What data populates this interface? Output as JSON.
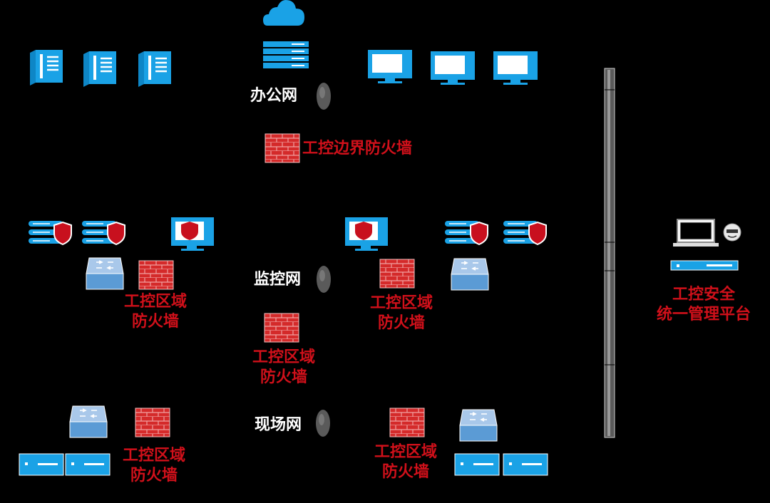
{
  "labels": {
    "office_net": "办公网",
    "monitor_net": "监控网",
    "field_net": "现场网",
    "boundary_firewall": "工控边界防火墙",
    "fw_mon_left_1": "工控区域",
    "fw_mon_left_2": "防火墙",
    "fw_mon_right_1": "工控区域",
    "fw_mon_right_2": "防火墙",
    "fw_mid_1": "工控区域",
    "fw_mid_2": "防火墙",
    "fw_field_left_1": "工控区域",
    "fw_field_left_2": "防火墙",
    "fw_field_right_1": "工控区域",
    "fw_field_right_2": "防火墙",
    "platform_1": "工控安全",
    "platform_2": "统一管理平台"
  },
  "colors": {
    "background": "#000000",
    "device_blue": "#1aa2e6",
    "firewall_red": "#d42a2a",
    "label_red": "#d0101a",
    "bus_gray": "#5a5a5a"
  },
  "icons": [
    "cloud-icon",
    "server-rack-icon",
    "tower-server-icon",
    "monitor-icon",
    "firewall-icon",
    "switch-icon",
    "shielded-server-icon",
    "shielded-monitor-icon",
    "rack-unit-icon",
    "laptop-icon",
    "admin-avatar-icon",
    "network-bus-icon"
  ]
}
